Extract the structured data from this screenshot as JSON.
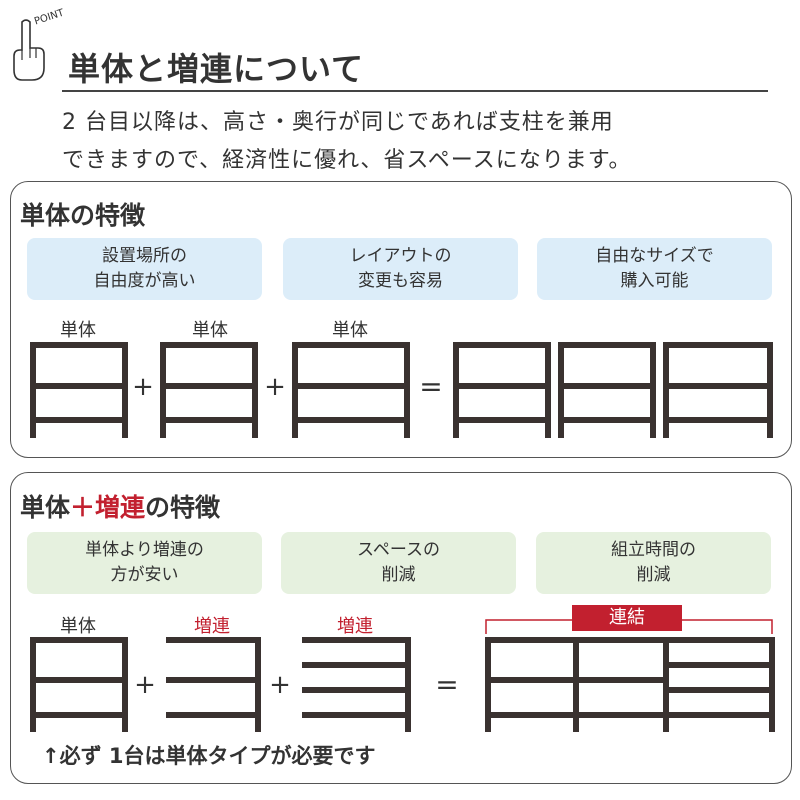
{
  "header": {
    "point_label": "POINT",
    "title": "単体と増連について",
    "intro_lines": [
      "2 台目以降は、高さ・奥行が同じであれば支柱を兼用",
      "できますので、経済性に優れ、省スペースになります。"
    ]
  },
  "single_panel": {
    "title": "単体の特徴",
    "features": [
      [
        "設置場所の",
        "自由度が高い"
      ],
      [
        "レイアウトの",
        "変更も容易"
      ],
      [
        "自由なサイズで",
        "購入可能"
      ]
    ],
    "unit_labels": [
      "単体",
      "単体",
      "単体"
    ],
    "plus": "+",
    "equals": "="
  },
  "combo_panel": {
    "title_prefix": "単体",
    "title_plus": "＋増連",
    "title_suffix": "の特徴",
    "features": [
      [
        "単体より増連の",
        "方が安い"
      ],
      [
        "スペースの",
        "削減"
      ],
      [
        "組立時間の",
        "削減"
      ]
    ],
    "unit_labels": [
      "単体",
      "増連",
      "増連"
    ],
    "connect_label": "連結",
    "plus": "+",
    "equals": "=",
    "note": "↑必ず 1台は単体タイプが必要です"
  },
  "colors": {
    "frame": "#3a3230",
    "accent_red": "#c2202f",
    "blue_box": "#dcedf9",
    "green_box": "#e6f1df"
  }
}
